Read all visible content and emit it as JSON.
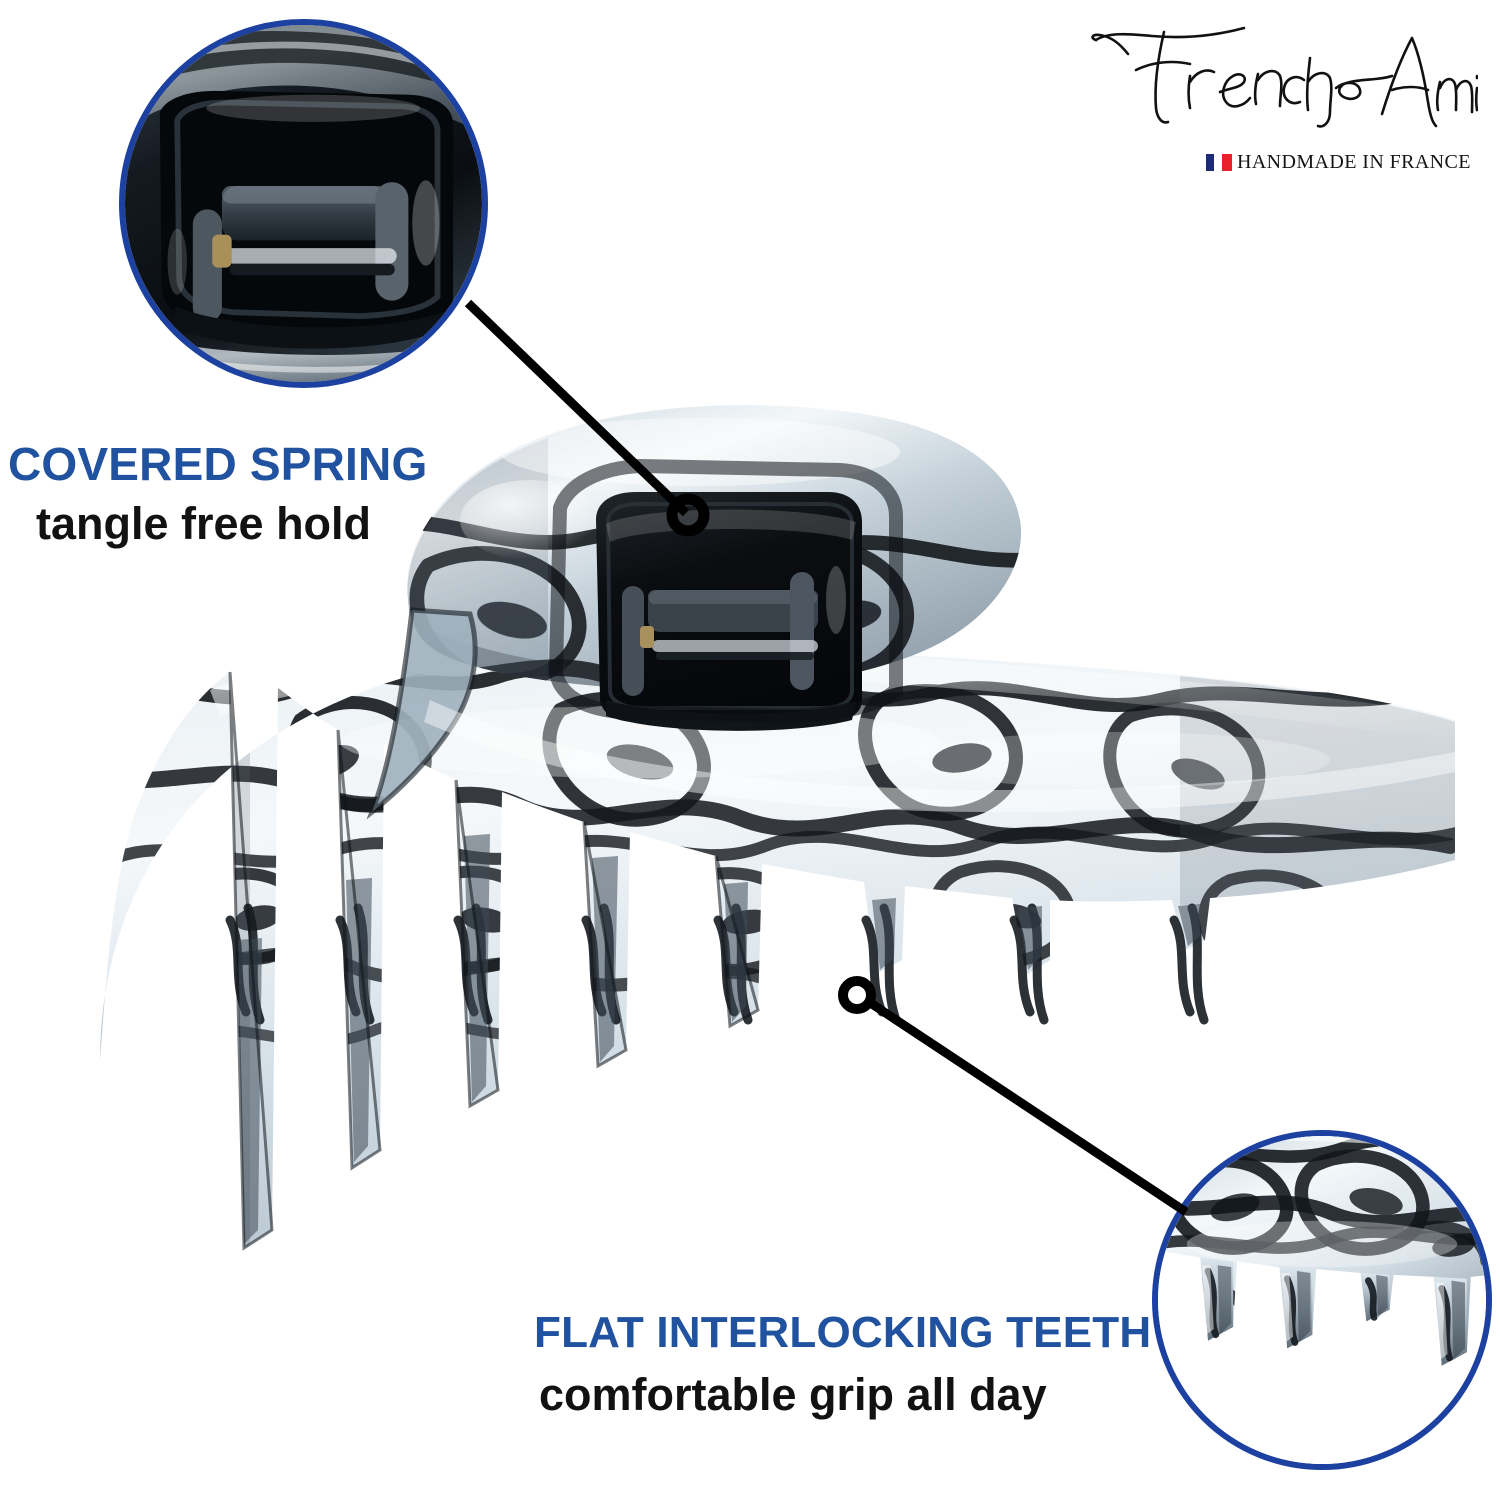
{
  "brand": {
    "name": "French Amie",
    "tagline": "HANDMADE IN FRANCE",
    "flag_colors": [
      "#1b2a7a",
      "#ffffff",
      "#e8202a"
    ]
  },
  "theme": {
    "accent_blue": "#20529f",
    "ring_blue": "#1c41a0",
    "text_black": "#121212",
    "background": "#ffffff"
  },
  "callouts": [
    {
      "id": "covered-spring",
      "title": "COVERED SPRING",
      "subtitle": "tangle free hold",
      "bubble_position": "top-left",
      "pointer_target": "spring housing on upper jaw"
    },
    {
      "id": "flat-interlocking-teeth",
      "title": "FLAT INTERLOCKING TEETH",
      "subtitle": "comfortable grip all day",
      "bubble_position": "bottom-right",
      "pointer_target": "lower jaw tooth"
    }
  ],
  "product": {
    "type": "hair claw clip",
    "material": "marbled acetate",
    "pattern": "black and white marble swirl",
    "spring_cover_color": "#0d1014",
    "body_colors": [
      "#f2f6f8",
      "#dde6ec",
      "#9fb0bc",
      "#44525c",
      "#14181c"
    ]
  }
}
